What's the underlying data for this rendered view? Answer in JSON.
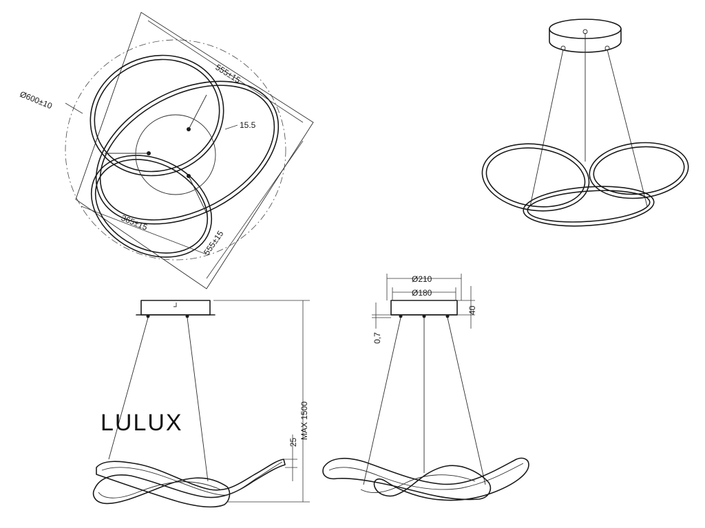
{
  "brand": "LULUX",
  "dimensions": {
    "outer_diameter": "Ø600±10",
    "ring_width_top": "555±15",
    "ring_width_bottom": "555±15",
    "inner_width": "365±15",
    "profile_thickness": "15.5",
    "max_height": "MAX 1500",
    "ring_height": "25",
    "canopy_outer": "Ø210",
    "canopy_inner": "Ø180",
    "canopy_height": "40",
    "canopy_gap": "0,7"
  }
}
